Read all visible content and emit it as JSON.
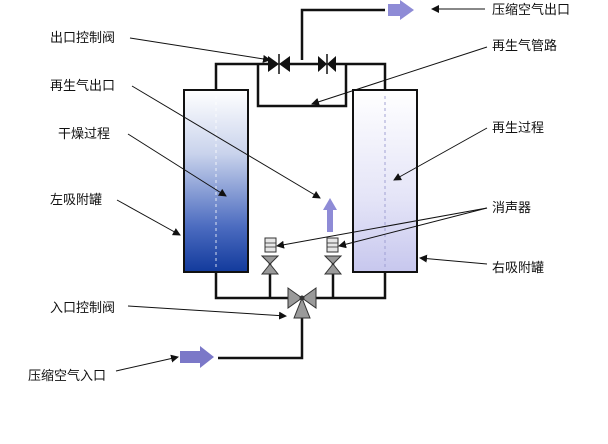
{
  "labels": {
    "compressed_air_outlet": "压缩空气出口",
    "outlet_control_valve": "出口控制阀",
    "regen_gas_pipeline": "再生气管路",
    "regen_gas_outlet": "再生气出口",
    "drying_process": "干燥过程",
    "regen_process": "再生过程",
    "left_tower": "左吸附罐",
    "muffler": "消声器",
    "right_tower": "右吸附罐",
    "inlet_control_valve": "入口控制阀",
    "compressed_air_inlet": "压缩空气入口"
  },
  "colors": {
    "pipe": "#111111",
    "left_tower_top": "#ffffff",
    "left_tower_bottom": "#123a9c",
    "right_tower_top": "#ffffff",
    "right_tower_bottom": "#c7c7ee",
    "flow_arrow": "#7b78c8",
    "valve": "#333333"
  },
  "icons": [
    "flow-arrow-icon",
    "valve-icon",
    "three-way-valve-icon",
    "muffler-icon"
  ]
}
